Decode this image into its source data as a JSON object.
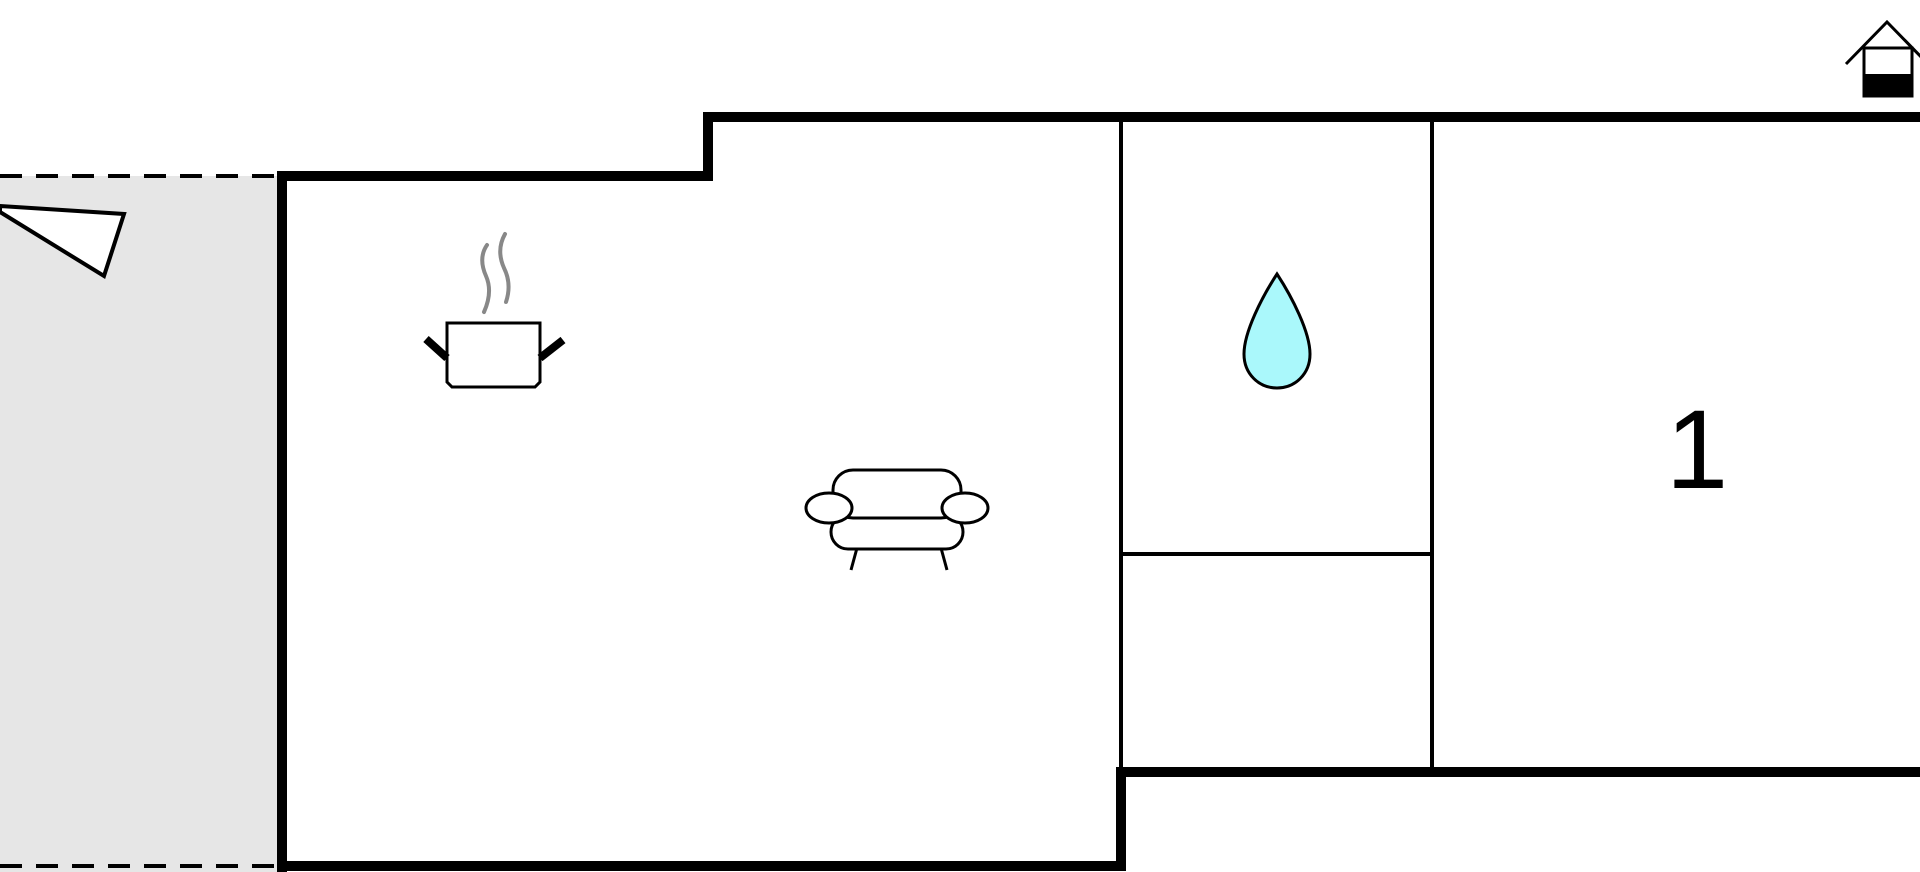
{
  "floor_plan": {
    "rooms": [
      {
        "id": "living-kitchen",
        "icons": [
          "cooking-pot-icon",
          "sofa-icon"
        ]
      },
      {
        "id": "bathroom",
        "icons": [
          "water-drop-icon"
        ]
      },
      {
        "id": "utility",
        "icons": []
      },
      {
        "id": "bedroom",
        "label": "1"
      }
    ],
    "terrace": {
      "shaded": true,
      "icons": [
        "sun-lounger-icon"
      ]
    },
    "entrance_icon": "house-entrance-icon",
    "colors": {
      "wall": "#000000",
      "terrace_fill": "#e6e6e6",
      "water_drop": "#aaf8fb",
      "steam": "#888888"
    }
  }
}
